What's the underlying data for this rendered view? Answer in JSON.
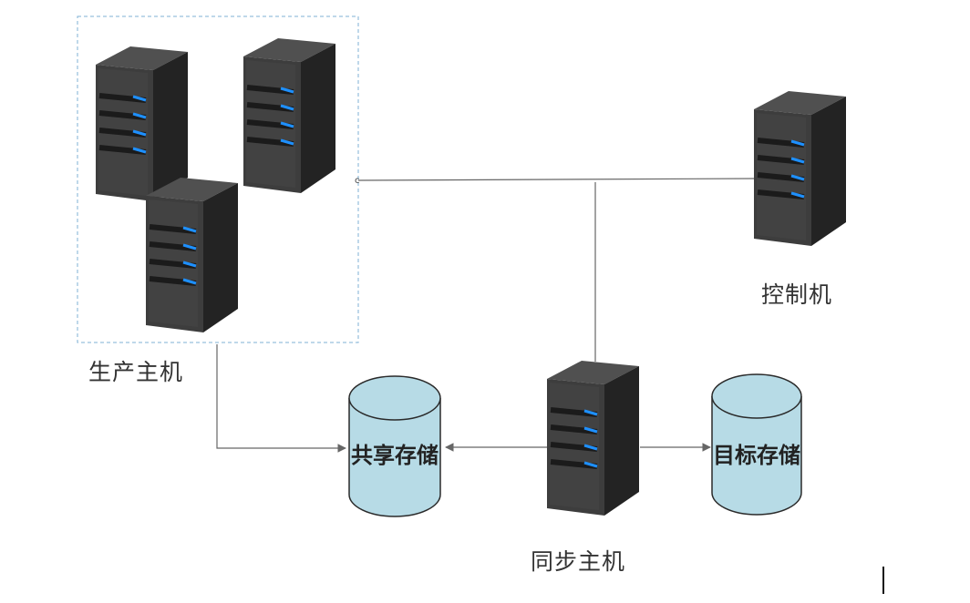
{
  "labels": {
    "production_hosts": "生产主机",
    "control_machine": "控制机",
    "sync_host": "同步主机",
    "shared_storage": "共享存储",
    "target_storage": "目标存储"
  },
  "marks": {
    "junction_mark": "c"
  },
  "colors": {
    "server_front": "#3d3d3d",
    "server_side": "#232323",
    "server_top": "#505050",
    "drive_led": "#1e90ff",
    "storage_fill": "#b7dbe6",
    "connector": "#666666",
    "group_border": "#7fb2d6"
  }
}
